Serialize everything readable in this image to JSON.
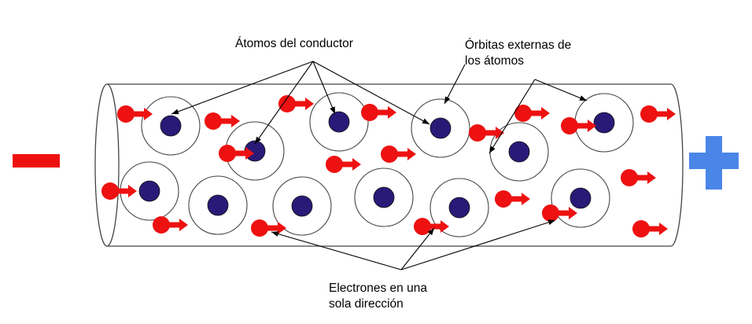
{
  "labels": {
    "atoms": "Átomos del conductor",
    "orbits_line1": "Órbitas externas de",
    "orbits_line2": "los átomos",
    "electrons_line1": "Electrones en una",
    "electrons_line2": "sola dirección"
  },
  "colors": {
    "negative_terminal": "#ee1111",
    "positive_terminal": "#4a86e8",
    "electron": "#ee1111",
    "nucleus": "#2a1a78",
    "outline": "#444444"
  },
  "icons": {
    "negative": "minus-icon",
    "positive": "plus-icon"
  }
}
